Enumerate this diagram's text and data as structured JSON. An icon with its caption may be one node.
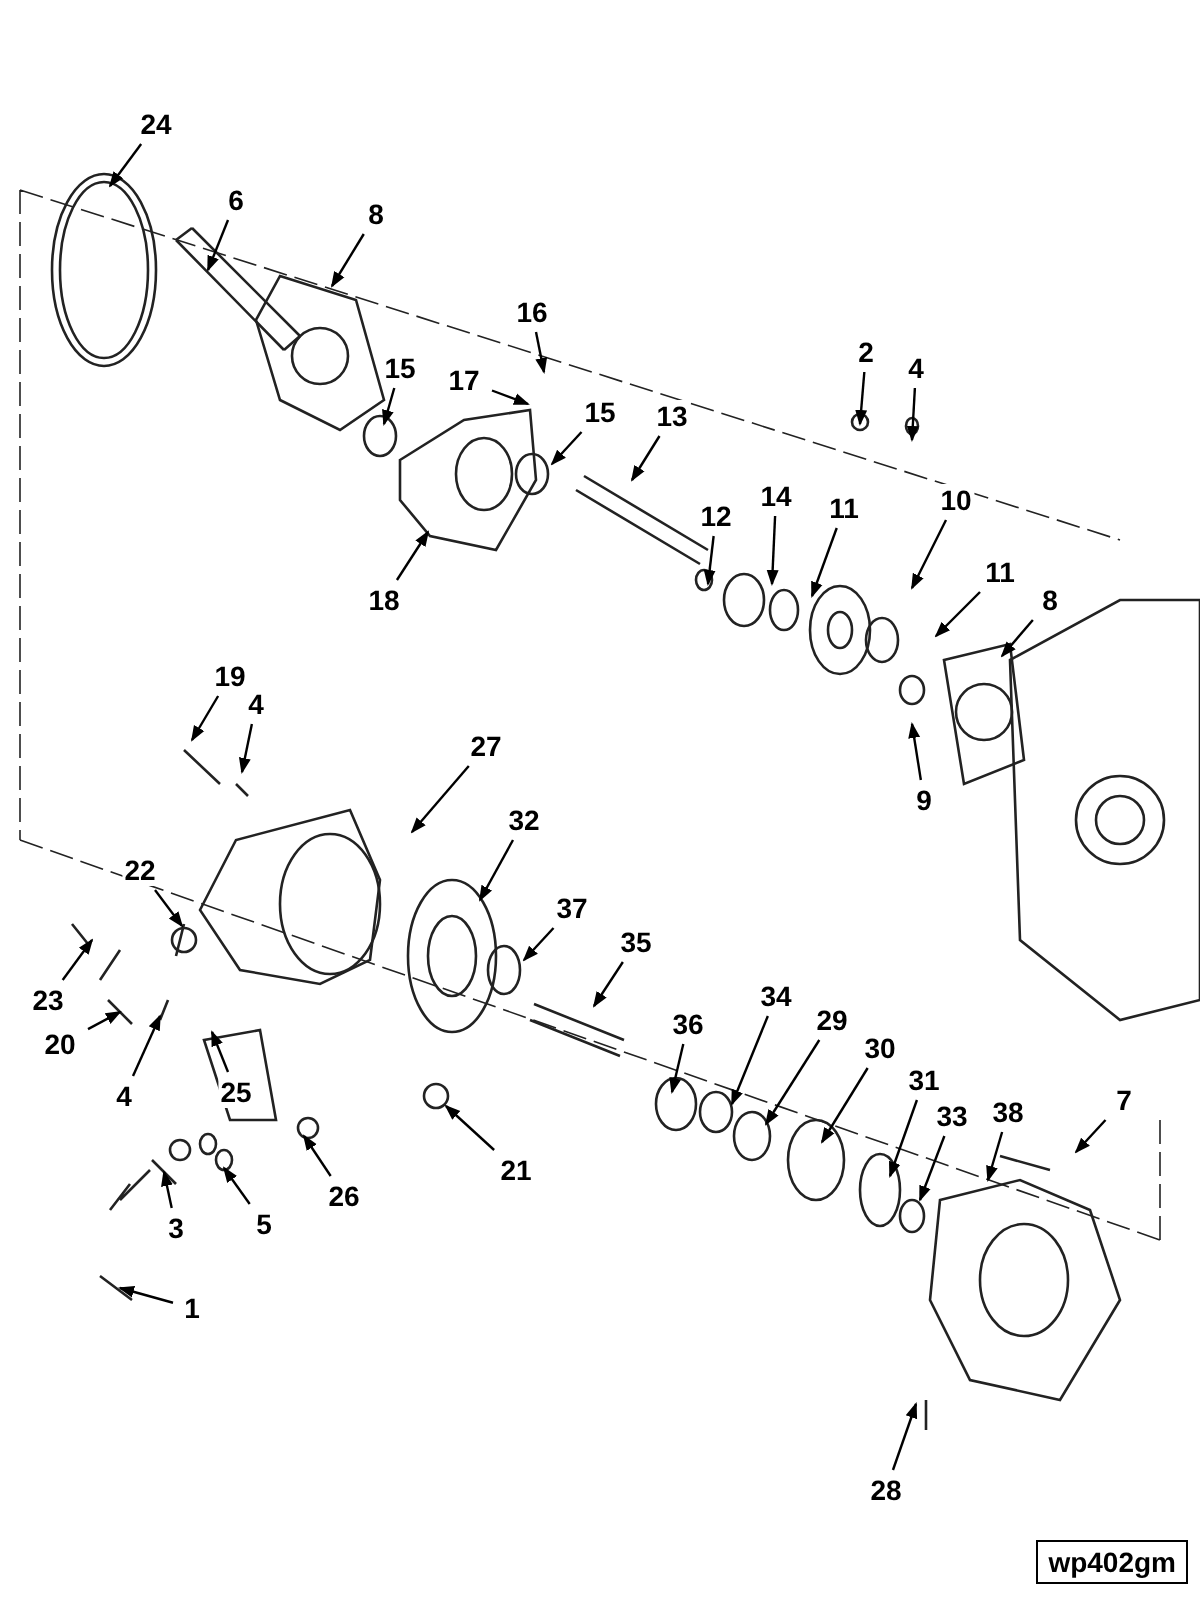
{
  "diagram": {
    "nodes": [
      {
        "text": [
          "24"
        ]
      },
      {
        "text": [
          "6"
        ]
      },
      {
        "text": [
          "8"
        ]
      },
      {
        "text": [
          "16"
        ]
      },
      {
        "text": [
          "2"
        ]
      },
      {
        "text": [
          "17"
        ]
      },
      {
        "text": [
          "15"
        ]
      },
      {
        "text": [
          "4"
        ]
      },
      {
        "text": [
          "15"
        ]
      },
      {
        "text": [
          "13"
        ]
      },
      {
        "text": [
          "10"
        ]
      },
      {
        "text": [
          "12"
        ]
      },
      {
        "text": [
          "14"
        ]
      },
      {
        "text": [
          "11"
        ]
      },
      {
        "text": [
          "11"
        ]
      },
      {
        "text": [
          "18"
        ]
      },
      {
        "text": [
          "8"
        ]
      },
      {
        "text": [
          "19"
        ]
      },
      {
        "text": [
          "4"
        ]
      },
      {
        "text": [
          "27"
        ]
      },
      {
        "text": [
          "9"
        ]
      },
      {
        "text": [
          "32"
        ]
      },
      {
        "text": [
          "22"
        ]
      },
      {
        "text": [
          "37"
        ]
      },
      {
        "text": [
          "35"
        ]
      },
      {
        "text": [
          "23"
        ]
      },
      {
        "text": [
          "34"
        ]
      },
      {
        "text": [
          "36"
        ]
      },
      {
        "text": [
          "29"
        ]
      },
      {
        "text": [
          "20"
        ]
      },
      {
        "text": [
          "30"
        ]
      },
      {
        "text": [
          "31"
        ]
      },
      {
        "text": [
          "7"
        ]
      },
      {
        "text": [
          "25"
        ]
      },
      {
        "text": [
          "4"
        ]
      },
      {
        "text": [
          "33"
        ]
      },
      {
        "text": [
          "38"
        ]
      },
      {
        "text": [
          "21"
        ]
      },
      {
        "text": [
          "26"
        ]
      },
      {
        "text": [
          "5"
        ]
      },
      {
        "text": [
          "3"
        ]
      },
      {
        "text": [
          "1"
        ]
      },
      {
        "text": [
          "28"
        ]
      }
    ],
    "edges": [
      {
        "from": 0,
        "to": null,
        "arrow": "to"
      },
      {
        "from": 1,
        "to": null,
        "arrow": "to"
      },
      {
        "from": 2,
        "to": null,
        "arrow": "to"
      },
      {
        "from": 3,
        "to": null,
        "arrow": "to"
      },
      {
        "from": 4,
        "to": null,
        "arrow": "to"
      },
      {
        "from": 5,
        "to": null,
        "arrow": "to"
      },
      {
        "from": 6,
        "to": null,
        "arrow": "to"
      },
      {
        "from": 7,
        "to": null,
        "arrow": "to"
      },
      {
        "from": 8,
        "to": null,
        "arrow": "to"
      },
      {
        "from": 9,
        "to": null,
        "arrow": "to"
      },
      {
        "from": 10,
        "to": null,
        "arrow": "to"
      },
      {
        "from": 11,
        "to": null,
        "arrow": "to"
      },
      {
        "from": 12,
        "to": null,
        "arrow": "to"
      },
      {
        "from": 13,
        "to": null,
        "arrow": "to"
      },
      {
        "from": 14,
        "to": null,
        "arrow": "to"
      },
      {
        "from": 15,
        "to": null,
        "arrow": "to"
      },
      {
        "from": 16,
        "to": null,
        "arrow": "to"
      },
      {
        "from": 17,
        "to": null,
        "arrow": "to"
      },
      {
        "from": 18,
        "to": null,
        "arrow": "to"
      },
      {
        "from": 19,
        "to": null,
        "arrow": "to"
      },
      {
        "from": 20,
        "to": null,
        "arrow": "to"
      },
      {
        "from": 21,
        "to": null,
        "arrow": "to"
      },
      {
        "from": 22,
        "to": null,
        "arrow": "to"
      },
      {
        "from": 23,
        "to": null,
        "arrow": "to"
      },
      {
        "from": 24,
        "to": null,
        "arrow": "to"
      },
      {
        "from": 25,
        "to": null,
        "arrow": "to"
      },
      {
        "from": 26,
        "to": null,
        "arrow": "to"
      },
      {
        "from": 27,
        "to": null,
        "arrow": "to"
      },
      {
        "from": 28,
        "to": null,
        "arrow": "to"
      },
      {
        "from": 29,
        "to": null,
        "arrow": "to"
      },
      {
        "from": 30,
        "to": null,
        "arrow": "to"
      },
      {
        "from": 31,
        "to": null,
        "arrow": "to"
      },
      {
        "from": 32,
        "to": null,
        "arrow": "to"
      },
      {
        "from": 33,
        "to": null,
        "arrow": "to"
      },
      {
        "from": 34,
        "to": null,
        "arrow": "to"
      },
      {
        "from": 35,
        "to": null,
        "arrow": "to"
      },
      {
        "from": 36,
        "to": null,
        "arrow": "to"
      },
      {
        "from": 37,
        "to": null,
        "arrow": "to"
      },
      {
        "from": 38,
        "to": null,
        "arrow": "to"
      },
      {
        "from": 39,
        "to": null,
        "arrow": "to"
      },
      {
        "from": 40,
        "to": null,
        "arrow": "to"
      },
      {
        "from": 41,
        "to": null,
        "arrow": "to"
      },
      {
        "from": 42,
        "to": null,
        "arrow": "to"
      }
    ],
    "labels": [
      "wp402gm"
    ]
  }
}
